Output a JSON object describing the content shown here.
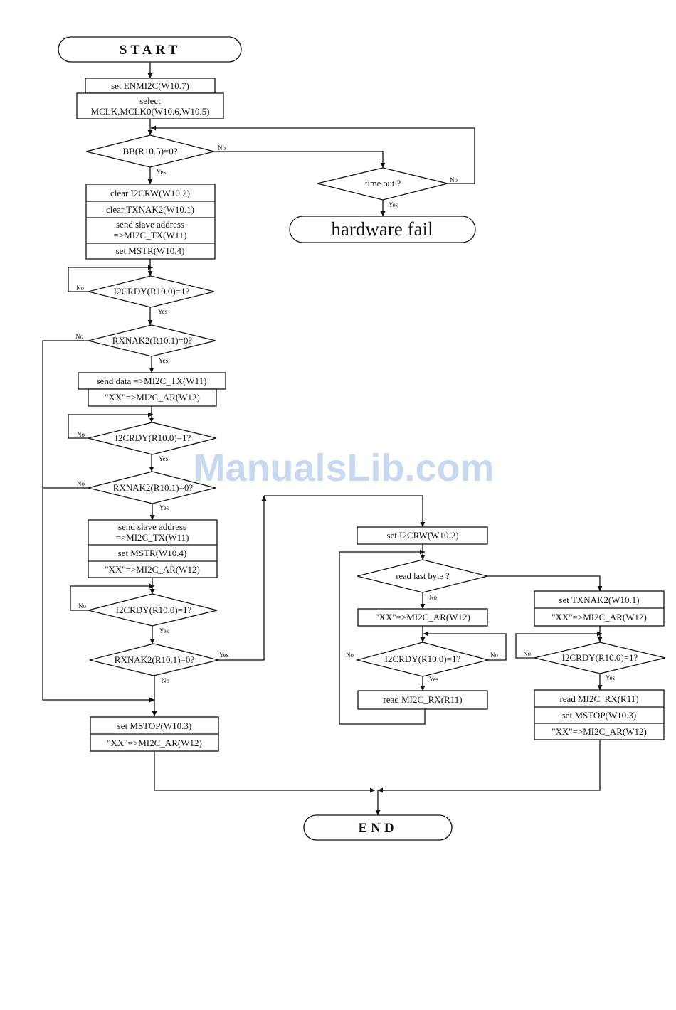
{
  "flow": {
    "start": "START",
    "end": "END",
    "hardware_fail": "hardware fail",
    "set_enmi2c": "set ENMI2C(W10.7)",
    "select_line1": "select",
    "select_line2": "MCLK,MCLK0(W10.6,W10.5)",
    "bb_check": "BB(R10.5)=0?",
    "time_out": "time out ?",
    "clear_i2crw": "clear I2CRW(W10.2)",
    "clear_txnak2": "clear TXNAK2(W10.1)",
    "send_slave_line1": "send slave address",
    "send_slave_line2": "=>MI2C_TX(W11)",
    "set_mstr": "set MSTR(W10.4)",
    "i2crdy": "I2CRDY(R10.0)=1?",
    "rxnak2": "RXNAK2(R10.1)=0?",
    "send_data": "send data =>MI2C_TX(W11)",
    "xx_ar": "\"XX\"=>MI2C_AR(W12)",
    "set_mstop": "set MSTOP(W10.3)",
    "set_i2crw": "set I2CRW(W10.2)",
    "read_last": "read last byte ?",
    "set_txnak2": "set TXNAK2(W10.1)",
    "read_rx": "read MI2C_RX(R11)",
    "yes": "Yes",
    "no": "No"
  },
  "watermark": "ManualsLib.com"
}
